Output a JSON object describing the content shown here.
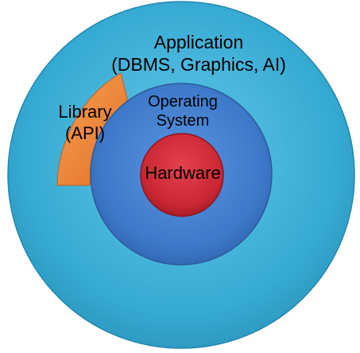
{
  "layers": {
    "application": {
      "title": "Application",
      "subtitle": "(DBMS, Graphics, AI)",
      "color": "#3aaed6"
    },
    "library": {
      "title": "Library",
      "subtitle": "(API)",
      "color": "#ee7f35"
    },
    "operating_system": {
      "title": "Operating",
      "subtitle": "System",
      "color": "#3f7ccd"
    },
    "hardware": {
      "title": "Hardware",
      "color": "#cc2a36"
    }
  }
}
